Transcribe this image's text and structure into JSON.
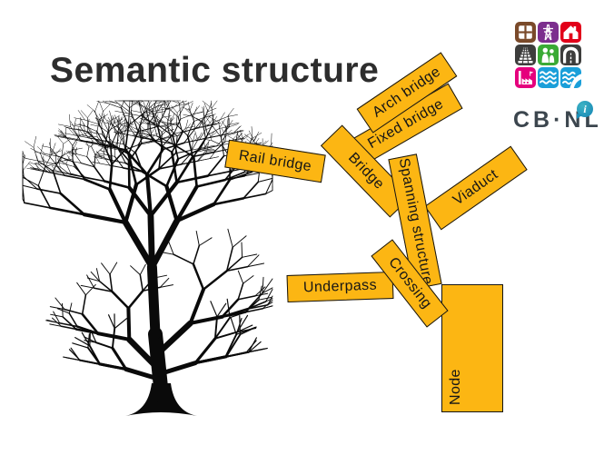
{
  "slide": {
    "title": "Semantic structure",
    "background_color": "#ffffff"
  },
  "logo": {
    "brand_text": "CB·NL",
    "info_mark": "i",
    "info_color": "#1b8fb8",
    "brand_color": "#3c464e",
    "tiles": [
      {
        "name": "window",
        "color": "#7a4a2a"
      },
      {
        "name": "pylon",
        "color": "#7c2e8e"
      },
      {
        "name": "house",
        "color": "#e2001a"
      },
      {
        "name": "railway",
        "color": "#3d3d3c"
      },
      {
        "name": "people",
        "color": "#3aaa35"
      },
      {
        "name": "road",
        "color": "#3d3d3c"
      },
      {
        "name": "factory",
        "color": "#e5007d"
      },
      {
        "name": "water",
        "color": "#1a9fd9"
      },
      {
        "name": "coast",
        "color": "#1a9fd9"
      }
    ]
  },
  "diagram": {
    "label_fill": "#fcb613",
    "label_border": "#141414",
    "tree_color": "#0a0a0a",
    "labels": {
      "rail_bridge": "Rail bridge",
      "bridge": "Bridge",
      "arch_bridge": "Arch bridge",
      "fixed_bridge": "Fixed bridge",
      "spanning_structure": "Spanning structure",
      "viaduct": "Viaduct",
      "crossing": "Crossing",
      "underpass": "Underpass",
      "node": "Node"
    }
  }
}
